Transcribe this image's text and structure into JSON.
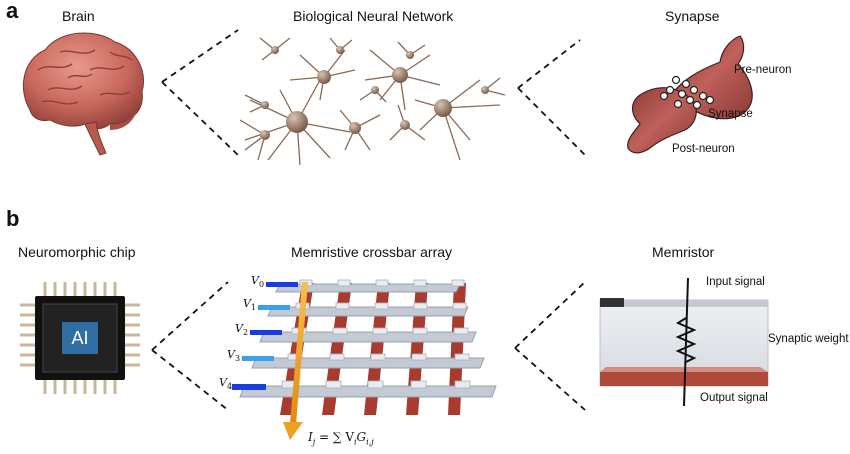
{
  "panel_a": {
    "letter": "a",
    "brain_title": "Brain",
    "network_title": "Biological Neural Network",
    "synapse_title": "Synapse",
    "pre_neuron": "Pre-neuron",
    "synapse_label": "Synapse",
    "post_neuron": "Post-neuron"
  },
  "panel_b": {
    "letter": "b",
    "chip_title": "Neuromorphic chip",
    "chip_text": "AI",
    "crossbar_title": "Memristive crossbar array",
    "memristor_title": "Memristor",
    "input_signal": "Input signal",
    "synaptic_weight": "Synaptic weight",
    "output_signal": "Output signal",
    "voltages": [
      "V",
      "V",
      "V",
      "V",
      "V"
    ],
    "voltage_subs": [
      "0",
      "1",
      "2",
      "3",
      "4"
    ],
    "equation_lhs": "I",
    "equation_lhs_sub": "j",
    "equation_rhs": "= ∑ V",
    "equation_rhs_sub1": "i",
    "equation_rhs_g": "G",
    "equation_rhs_sub2": "i,j"
  },
  "colors": {
    "brain": "#c9675c",
    "neuron": "#8a6a55",
    "synapse_fill": "#9c4a45",
    "chip_blue": "#2f6fa3",
    "wire_gray": "#b8bec8",
    "column_red": "#a83a2e",
    "arrow_orange": "#f0a020",
    "input_blue": "#1a3de0"
  }
}
